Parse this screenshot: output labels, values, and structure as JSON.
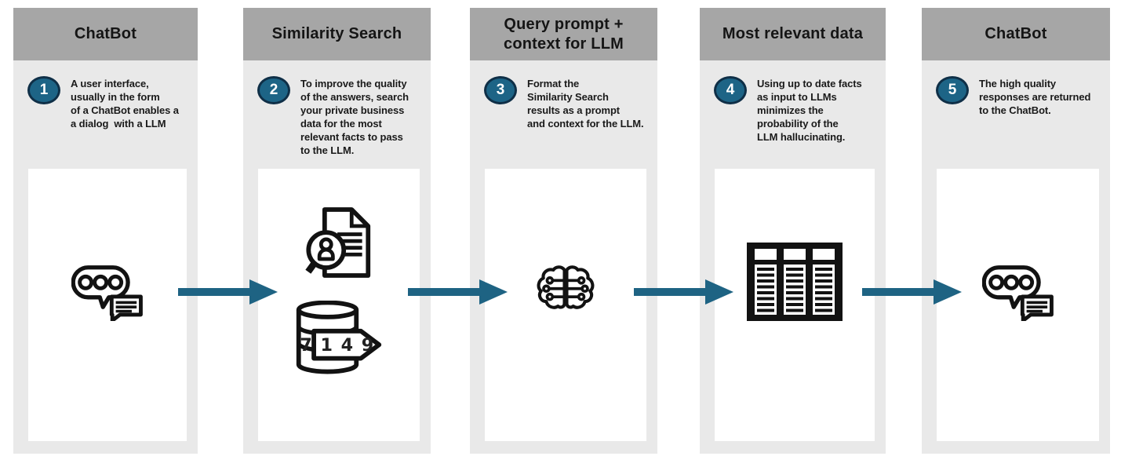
{
  "colors": {
    "header-bg": "#a6a6a6",
    "panel-bg": "#e9e9e9",
    "card-bg": "#ffffff",
    "accent": "#1e6383",
    "badge-fill": "#1d6486",
    "badge-border": "#0f2f47",
    "ink": "#121212",
    "text": "#1a1a1a"
  },
  "steps": [
    {
      "number": "1",
      "title": "ChatBot",
      "description": "A user interface,\nusually in the form\nof a ChatBot enables a\na dialog  with a LLM",
      "icon": "chat-bubbles"
    },
    {
      "number": "2",
      "title": "Similarity Search",
      "description": "To improve the quality\nof the answers, search\nyour private business\ndata for the most\nrelevant facts to pass\nto the LLM.",
      "icons": [
        "document-profile-search",
        "database-id-tag"
      ],
      "database_tag_value": "7 1 4 9"
    },
    {
      "number": "3",
      "title": "Query prompt +\ncontext for LLM",
      "description": "Format the\nSimilarity Search\nresults as a prompt\nand context for the LLM.",
      "icon": "ai-brain-circuit"
    },
    {
      "number": "4",
      "title": "Most relevant data",
      "description": "Using up to date facts\nas input to LLMs\nminimizes the\nprobability of the\nLLM hallucinating.",
      "icon": "data-table"
    },
    {
      "number": "5",
      "title": "ChatBot",
      "description": "The high quality\nresponses are returned\nto the ChatBot.",
      "icon": "chat-bubbles"
    }
  ]
}
